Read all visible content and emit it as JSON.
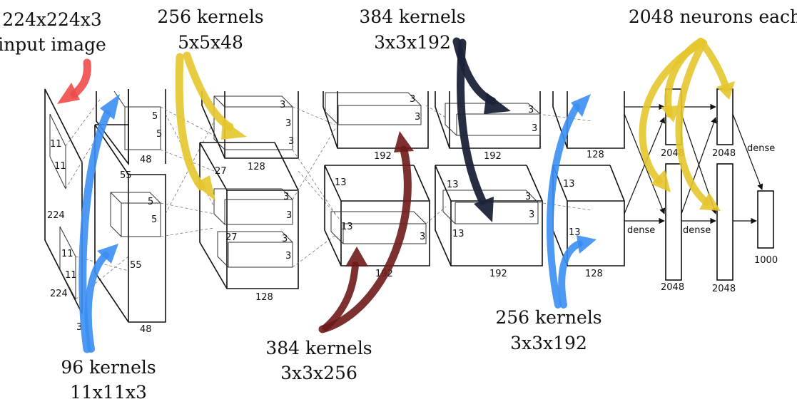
{
  "annotations": {
    "input": [
      "224x224x3",
      "input image"
    ],
    "conv1": [
      "96 kernels",
      "11x11x3"
    ],
    "conv2": [
      "256 kernels",
      "5x5x48"
    ],
    "conv3": [
      "384 kernels",
      "3x3x256"
    ],
    "conv4": [
      "384 kernels",
      "3x3x192"
    ],
    "conv5": [
      "256 kernels",
      "3x3x192"
    ],
    "fc": [
      "2048 neurons each"
    ]
  },
  "dims": {
    "input_size": "224",
    "input_size_bottom": "224",
    "input_depth": "3",
    "k1": "11",
    "k2": "5",
    "k3": "3",
    "c1_size": "55",
    "c1_depth": "48",
    "c2_size": "27",
    "c2_depth": "128",
    "c3_size": "13",
    "c3_depth": "192",
    "c4_depth": "192",
    "c5_depth": "128",
    "fc_units": "2048",
    "out_units": "1000",
    "dense": "dense"
  },
  "colors": {
    "red": "#f04a4a",
    "blue": "#3a8ef2",
    "yellow": "#e4c52c",
    "maroon": "#6e1a1a",
    "navy": "#1b2238"
  }
}
